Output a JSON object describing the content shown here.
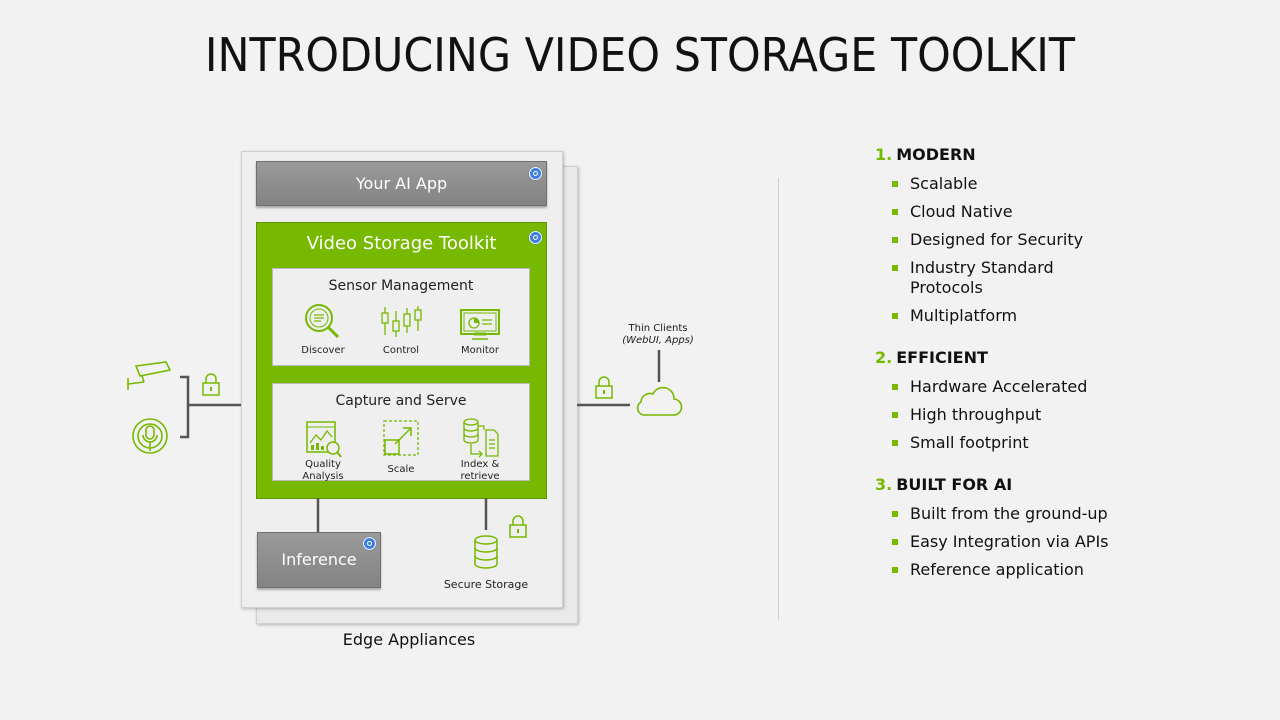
{
  "title": "INTRODUCING VIDEO STORAGE TOOLKIT",
  "diagram": {
    "your_ai_app": "Your AI App",
    "vst_title": "Video Storage Toolkit",
    "sensor_management": {
      "title": "Sensor Management",
      "items": [
        "Discover",
        "Control",
        "Monitor"
      ]
    },
    "capture_and_serve": {
      "title": "Capture and Serve",
      "items": [
        "Quality\nAnalysis",
        "Scale",
        "Index &\nretrieve"
      ]
    },
    "inference": "Inference",
    "secure_storage": "Secure Storage",
    "thin_clients": "Thin Clients",
    "thin_clients_sub": "(WebUI, Apps)",
    "edge_appliances": "Edge Appliances",
    "accent_color": "#76b900",
    "gray_color": "#8c8c8c"
  },
  "features": [
    {
      "num": "1.",
      "head": "MODERN",
      "items": [
        "Scalable",
        "Cloud Native",
        "Designed for Security",
        "Industry Standard Protocols",
        "Multiplatform"
      ]
    },
    {
      "num": "2.",
      "head": "EFFICIENT",
      "items": [
        "Hardware Accelerated",
        "High throughput",
        "Small footprint"
      ]
    },
    {
      "num": "3.",
      "head": "BUILT FOR AI",
      "items": [
        "Built from the ground-up",
        "Easy Integration via APIs",
        "Reference application"
      ]
    }
  ]
}
